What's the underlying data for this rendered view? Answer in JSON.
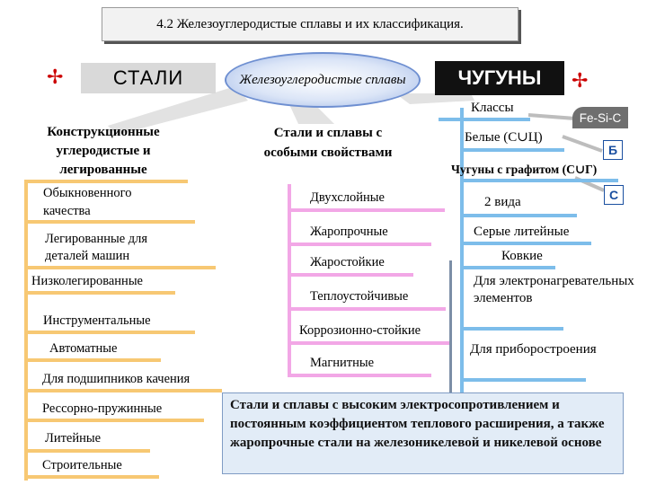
{
  "title": "4.2 Железоуглеродистые сплавы и их классификация.",
  "root": "Железоуглеродистые сплавы",
  "steels": {
    "label": "СТАЛИ",
    "construct": "Конструкционные углеродистые и легированные",
    "left_items": [
      "Обыкновенного качества",
      "Легированные для деталей машин",
      "Низколегированные",
      "Инструментальные",
      "Автоматные",
      "Для подшипников качения",
      "Рессорно-пружинные",
      "Литейные",
      "Строительные"
    ],
    "special": "Стали и сплавы с особыми свойствами",
    "special_items": [
      "Двухслойные",
      "Жаропрочные",
      "Жаростойкие",
      "Теплоустойчивые",
      "Коррозионно-стойкие",
      "Магнитные"
    ]
  },
  "irons": {
    "label": "ЧУГУНЫ",
    "classes": "Классы",
    "fesic": "Fe-Si-C",
    "white": "Белые (С∪Ц)",
    "white_tag": "Б",
    "graphite": "Чугуны с графитом (С∪Г)",
    "graphite_tag": "С",
    "two_types": "2 вида",
    "grey": "Серые литейные",
    "malleable": "Ковкие",
    "heating": "Для электронагревательных элементов",
    "instrument": "Для приборостроения"
  },
  "bottom_note": "Стали и сплавы с высоким электросопротивлением и постоянным коэффициентом теплового расширения, а также жаропрочные стали на железоникелевой и никелевой основе",
  "colors": {
    "steel_bar": "#f7c873",
    "special_bar": "#f2a7e6",
    "iron_bar": "#7dbdea",
    "iron_box": "#111111",
    "note_bg": "#e2ecf7"
  }
}
